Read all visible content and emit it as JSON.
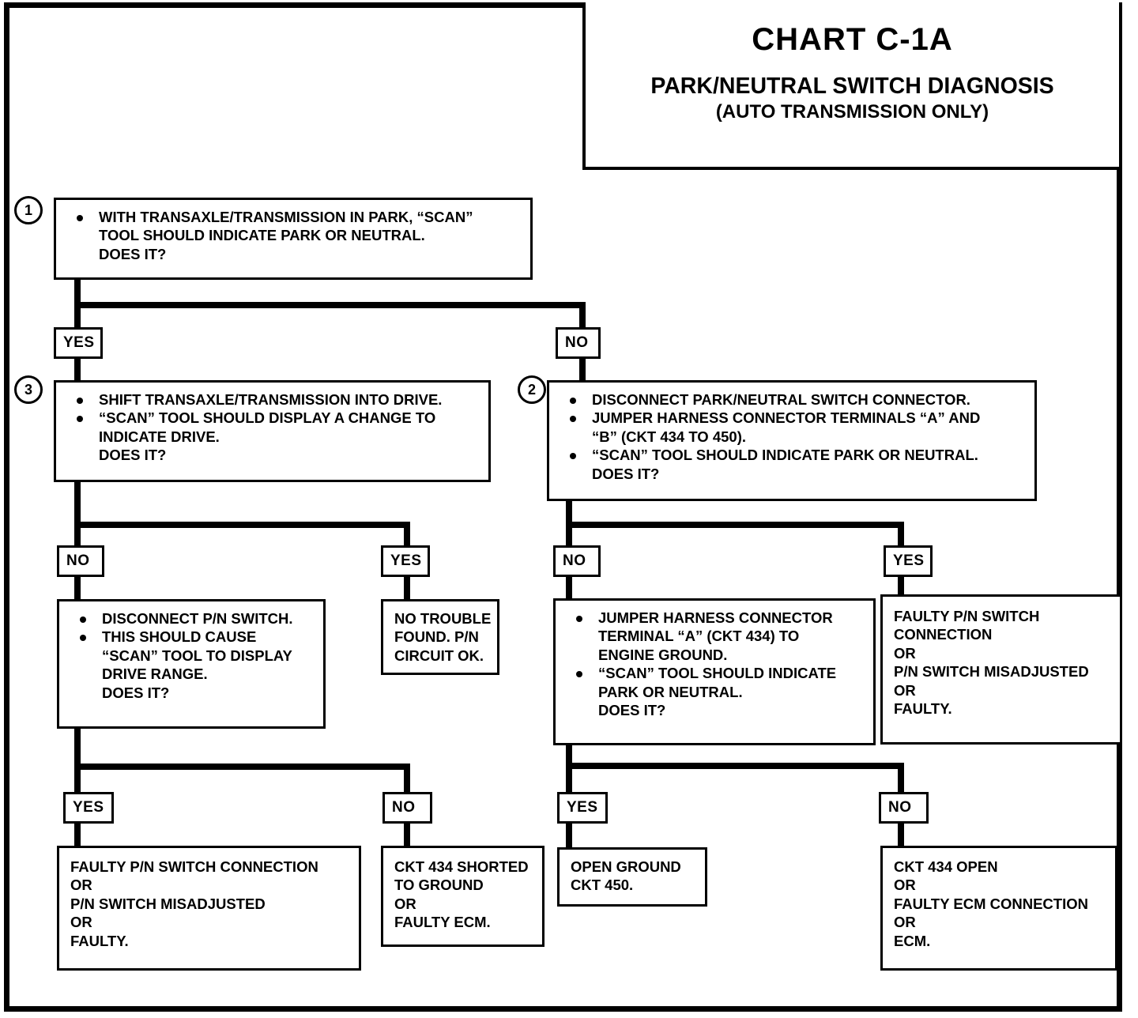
{
  "title": {
    "chart_id": "CHART C-1A",
    "subtitle_1": "PARK/NEUTRAL SWITCH DIAGNOSIS",
    "subtitle_2": "(AUTO TRANSMISSION ONLY)"
  },
  "steps": {
    "s1": "1",
    "s2": "2",
    "s3": "3"
  },
  "boxes": {
    "step1": {
      "l1": "WITH TRANSAXLE/TRANSMISSION IN PARK, “SCAN”",
      "l2": "TOOL SHOULD INDICATE PARK OR NEUTRAL.",
      "l3": "DOES IT?"
    },
    "step3": {
      "l1": "SHIFT TRANSAXLE/TRANSMISSION  INTO DRIVE.",
      "l2": "“SCAN” TOOL SHOULD DISPLAY A CHANGE TO",
      "l3": "INDICATE DRIVE.",
      "l4": "DOES IT?"
    },
    "step2": {
      "l1": "DISCONNECT PARK/NEUTRAL SWITCH CONNECTOR.",
      "l2": "JUMPER HARNESS CONNECTOR TERMINALS “A” AND",
      "l3": "“B” (CKT 434 TO 450).",
      "l4": "“SCAN” TOOL SHOULD INDICATE PARK OR NEUTRAL.",
      "l5": "DOES IT?"
    },
    "disconnect_pn": {
      "l1": "DISCONNECT P/N SWITCH.",
      "l2": "THIS SHOULD CAUSE",
      "l3": "“SCAN” TOOL TO DISPLAY",
      "l4": "DRIVE RANGE.",
      "l5": "DOES IT?"
    },
    "no_trouble": {
      "l1": "NO TROUBLE",
      "l2": "FOUND.  P/N",
      "l3": "CIRCUIT OK."
    },
    "jumper_ground": {
      "l1": "JUMPER HARNESS CONNECTOR",
      "l2": "TERMINAL “A” (CKT 434) TO",
      "l3": "ENGINE GROUND.",
      "l4": "“SCAN” TOOL SHOULD INDICATE",
      "l5": "PARK OR NEUTRAL.",
      "l6": "DOES IT?"
    },
    "faulty_pn_right": {
      "l1": "FAULTY P/N SWITCH",
      "l2": "CONNECTION",
      "l3": "OR",
      "l4": "P/N SWITCH MISADJUSTED",
      "l5": "OR",
      "l6": "FAULTY."
    },
    "faulty_pn_bottom": {
      "l1": "FAULTY P/N SWITCH CONNECTION",
      "l2": "OR",
      "l3": "P/N SWITCH MISADJUSTED",
      "l4": "OR",
      "l5": "FAULTY."
    },
    "ckt434_shorted": {
      "l1": "CKT 434 SHORTED",
      "l2": "TO GROUND",
      "l3": "OR",
      "l4": "FAULTY ECM."
    },
    "open_ground": {
      "l1": "OPEN GROUND",
      "l2": "CKT 450."
    },
    "ckt434_open": {
      "l1": "CKT 434 OPEN",
      "l2": "OR",
      "l3": "FAULTY ECM CONNECTION",
      "l4": "OR",
      "l5": "ECM."
    }
  },
  "tags": {
    "t1_yes": "YES",
    "t1_no": "NO",
    "t3_no": "NO",
    "t3_yes": "YES",
    "t2_no": "NO",
    "t2_yes": "YES",
    "t4_yes": "YES",
    "t4_no": "NO",
    "t5_yes": "YES",
    "t5_no": "NO"
  }
}
